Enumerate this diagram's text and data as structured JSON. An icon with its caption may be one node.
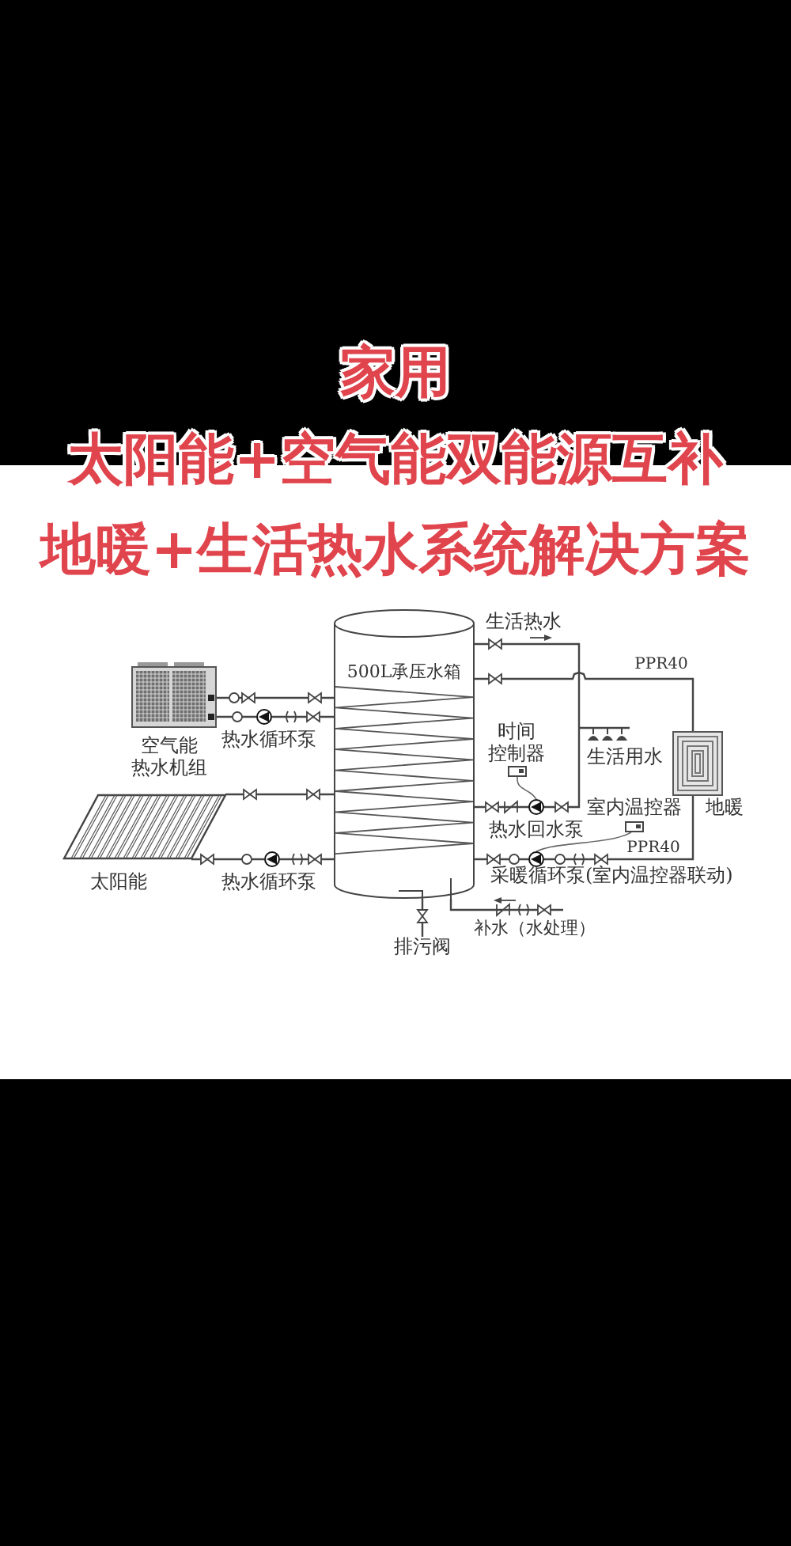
{
  "diagram": {
    "title": "家用",
    "nodes": [
      {
        "text": [
          "500L承压水箱"
        ]
      },
      {
        "text": [
          "空气能热水机组"
        ]
      },
      {
        "text": [],
        "shape": "circle",
        "beside": [
          "热水循环泵"
        ]
      },
      {
        "text": [
          "太阳能"
        ]
      },
      {
        "text": [],
        "shape": "circle",
        "beside": [
          "热水循环泵"
        ]
      },
      {
        "text": [
          "生活用水"
        ]
      },
      {
        "text": [
          "时间控制器"
        ]
      },
      {
        "text": [],
        "shape": "circle",
        "beside": [
          "热水回水泵"
        ]
      },
      {
        "text": [
          "室内温控器"
        ]
      },
      {
        "text": [
          "地暖"
        ]
      },
      {
        "text": [],
        "shape": "circle",
        "beside": [
          "采暖循环泵(室内温控器联动)"
        ]
      },
      {
        "text": [
          "排污阀"
        ]
      }
    ],
    "edges": [
      {
        "from": 1,
        "to": 0,
        "arrow": "none"
      },
      {
        "from": 1,
        "to": 2,
        "arrow": "none"
      },
      {
        "from": 2,
        "to": 0,
        "arrow": "none"
      },
      {
        "from": 3,
        "to": 0,
        "arrow": "none"
      },
      {
        "from": 3,
        "to": 4,
        "arrow": "none"
      },
      {
        "from": 4,
        "to": 0,
        "arrow": "none"
      },
      {
        "from": 0,
        "to": 5,
        "arrow": "none",
        "label": "生活热水"
      },
      {
        "from": 5,
        "to": 7,
        "arrow": "none"
      },
      {
        "from": 7,
        "to": 0,
        "arrow": "none"
      },
      {
        "from": 6,
        "to": 7,
        "arrow": "none"
      },
      {
        "from": 0,
        "to": 9,
        "arrow": "none",
        "label": "PPR40"
      },
      {
        "from": 9,
        "to": 10,
        "arrow": "none",
        "label": "PPR40"
      },
      {
        "from": 10,
        "to": 0,
        "arrow": "none"
      },
      {
        "from": 8,
        "to": 10,
        "arrow": "none"
      },
      {
        "from": 0,
        "to": 11,
        "arrow": "none"
      },
      {
        "from": null,
        "to": 0,
        "arrow": "none",
        "label": "补水（水处理）"
      }
    ],
    "labels": [
      "太阳能+空气能双能源互补",
      "地暖+生活热水系统解决方案"
    ]
  }
}
